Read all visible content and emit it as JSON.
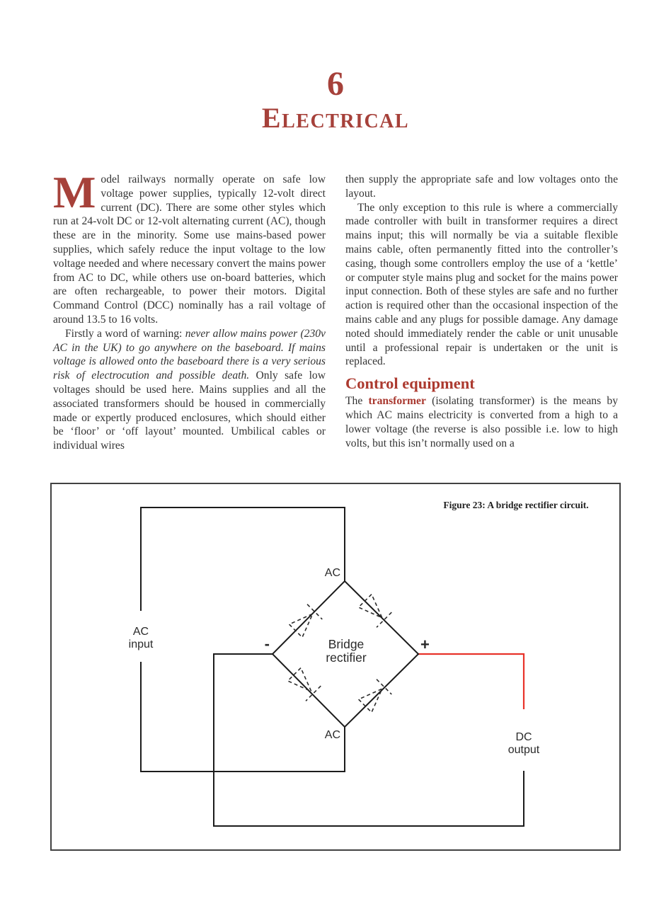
{
  "colors": {
    "accent_red": "#a6413a",
    "heading_red": "#ac3a2f",
    "keyword_red": "#a8372e",
    "body_ink": "#333333",
    "wire_black": "#1c1c1c",
    "wire_red": "#e8332a",
    "box_border": "#424242"
  },
  "chapter": {
    "number": "6",
    "title": "Electrical"
  },
  "columns": {
    "left": {
      "drop_cap": "M",
      "para1": "odel railways normally operate on safe low voltage power supplies, typically 12-volt direct current (DC). There are some other styles which run at 24-volt DC or 12-volt alternating current (AC), though these are in the minority. Some use mains-based power supplies, which safely reduce the input voltage to the low voltage needed and where necessary convert the mains power from AC to DC, while others use on-board batteries, which are often rechargeable, to power their motors. Digital Command Control (DCC) nominally has a rail voltage of around 13.5 to 16 volts.",
      "para2_segments": [
        {
          "style": "normal",
          "text": "Firstly a word of warning: "
        },
        {
          "style": "italic",
          "text": "never allow mains power (230v AC in the UK) to go anywhere on the baseboard. If mains voltage is allowed onto the baseboard there is a very serious risk of electrocution and possible death."
        },
        {
          "style": "normal",
          "text": " Only safe low voltages should be used here. Mains supplies and all the associated transformers should be housed in commercially made or expertly produced enclosures, which should either be ‘floor’ or ‘off layout’ mounted. Umbilical cables or individual wires"
        }
      ]
    },
    "right": {
      "para3": "then supply the appropriate safe and low voltages onto the layout.",
      "para4": "The only exception to this rule is where a commercially made controller with built in transformer requires a direct mains input; this will normally be via a suitable flexible mains cable, often permanently fitted into the controller’s casing, though some controllers employ the use of a ‘kettle’ or computer style mains plug and socket for the mains power input connection. Both of these styles are safe and no further action is required other than the occasional inspection of the mains cable and any plugs for possible damage. Any damage noted should immediately render the cable or unit unusable until a professional repair is undertaken or the unit is replaced.",
      "section_heading": "Control equipment",
      "para5_segments": [
        {
          "style": "normal",
          "text": "The "
        },
        {
          "style": "bold-red",
          "text": "transformer"
        },
        {
          "style": "normal",
          "text": " (isolating transformer) is the means by which AC mains electricity is converted from a high to a lower voltage (the reverse is also possible i.e. low to high volts, but this isn’t normally used on a"
        }
      ]
    }
  },
  "figure": {
    "caption": "Figure 23: A bridge rectifier circuit.",
    "labels": {
      "ac_top": "AC",
      "ac_bottom": "AC",
      "minus": "-",
      "plus": "+",
      "bridge": [
        "Bridge",
        "rectifier"
      ],
      "ac_input": [
        "AC",
        "input"
      ],
      "dc_output": [
        "DC",
        "output"
      ]
    }
  }
}
